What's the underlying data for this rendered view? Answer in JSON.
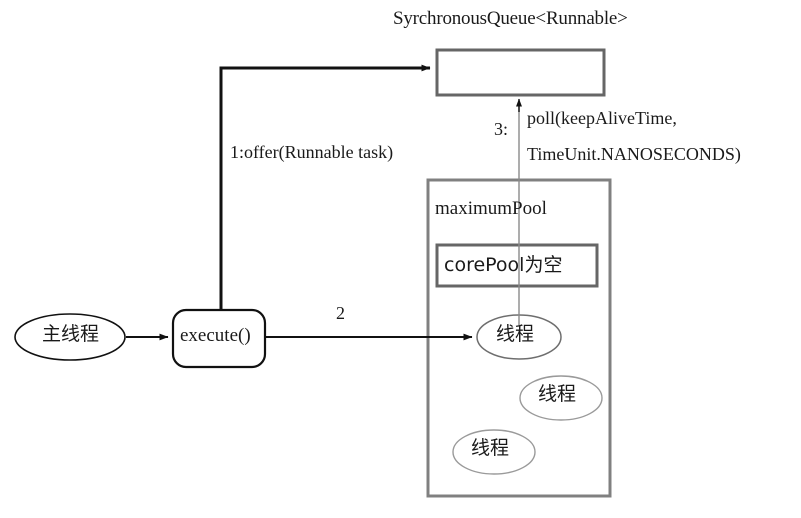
{
  "diagram": {
    "type": "thread-pool-flow",
    "queue": {
      "title": "SyrchronousQueue<Runnable>",
      "contents": "",
      "border_color": "#666666"
    },
    "labels": {
      "offer": "1:offer(Runnable task)",
      "seq2": "2",
      "poll_seq": "3:",
      "poll_line1": "poll(keepAliveTime,",
      "poll_line2": "TimeUnit.NANOSECONDS)"
    },
    "main_thread": {
      "label": "主线程",
      "shape": "ellipse",
      "border_color": "#111111"
    },
    "execute": {
      "label": "execute()",
      "shape": "rounded-rect",
      "border_color": "#111111"
    },
    "maximum_pool": {
      "title": "maximumPool",
      "border_color": "#808080",
      "core_pool": {
        "label": "corePool为空",
        "border_color": "#666666"
      },
      "threads": [
        {
          "label": "线程",
          "border_color": "#6e6e6e"
        },
        {
          "label": "线程",
          "border_color": "#9a9a9a"
        },
        {
          "label": "线程",
          "border_color": "#9a9a9a"
        }
      ]
    },
    "colors": {
      "background": "#ffffff",
      "stroke_dark": "#111111",
      "stroke_gray": "#808080",
      "text": "#1a1a1a"
    }
  }
}
